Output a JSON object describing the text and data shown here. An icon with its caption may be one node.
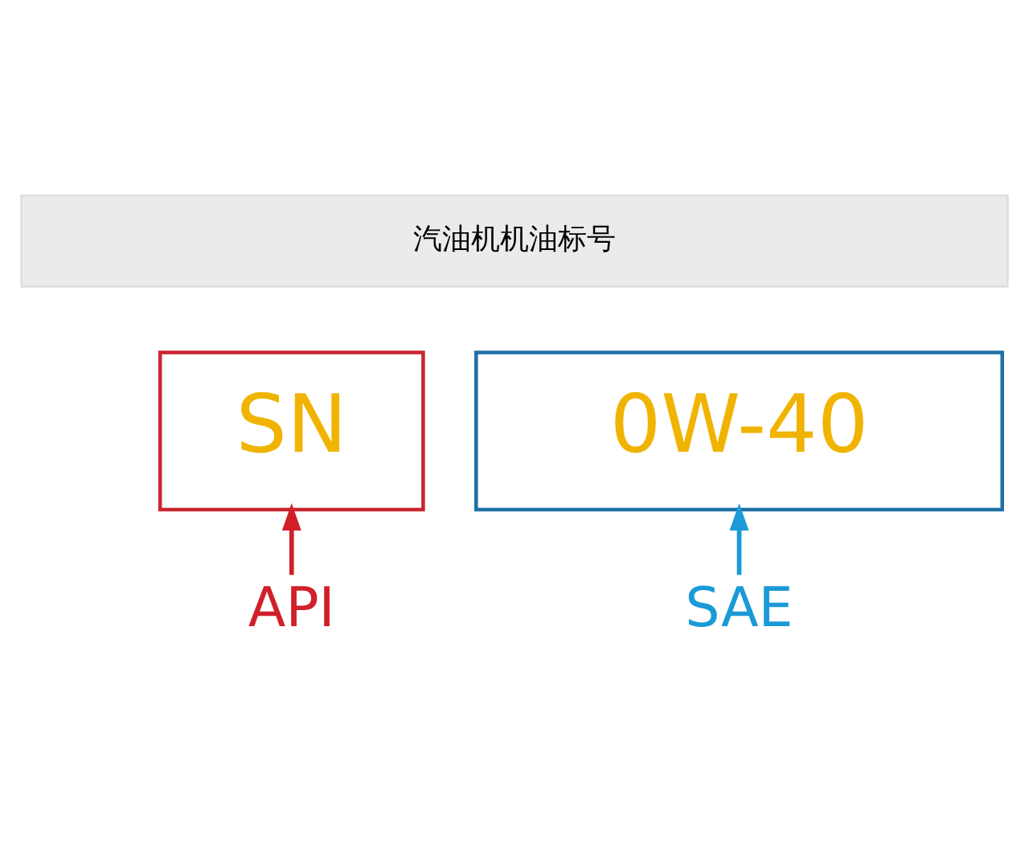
{
  "diagram": {
    "nodes": [
      {
        "text": [
          "汽油机机油标号"
        ]
      },
      {
        "text": [
          "SN"
        ]
      },
      {
        "text": [
          "0W-40"
        ]
      },
      {
        "text": [
          "API"
        ]
      },
      {
        "text": [
          "SAE"
        ]
      }
    ],
    "edges": [
      {
        "from": 3,
        "to": 1,
        "arrow": "to",
        "color": "#d0202a"
      },
      {
        "from": 4,
        "to": 2,
        "arrow": "to",
        "color": "#1a9ad6"
      }
    ]
  }
}
